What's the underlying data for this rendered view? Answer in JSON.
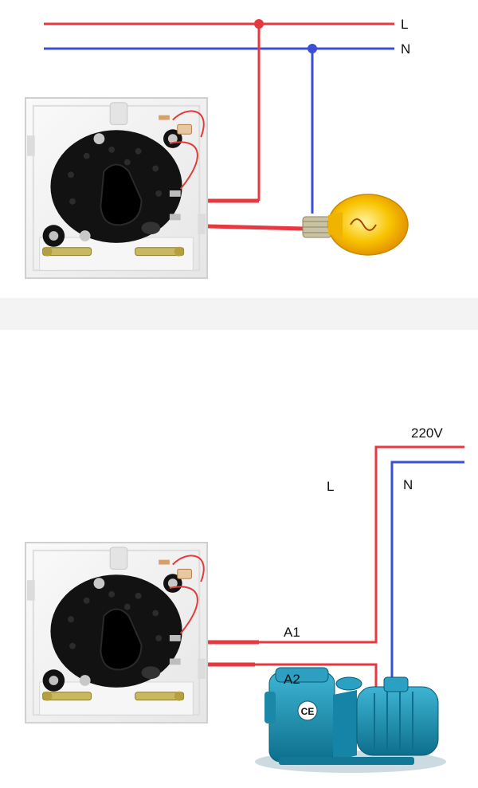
{
  "diagram1": {
    "line_label": "L",
    "neutral_label": "N"
  },
  "diagram2": {
    "voltage_label": "220V",
    "line_label": "L",
    "neutral_label": "N",
    "a1_label": "A1",
    "a2_label": "A2",
    "ce_mark": "CE"
  },
  "colors": {
    "line_wire": "#e8383f",
    "neutral_wire": "#3a4fd8",
    "plate": "#f2f2f2",
    "timer_body": "#111111",
    "bulb_glass": "#f8b800",
    "pump_body": "#1a8fb0"
  },
  "icons": [
    "timer-switch-icon",
    "light-bulb-icon",
    "pool-pump-icon"
  ]
}
